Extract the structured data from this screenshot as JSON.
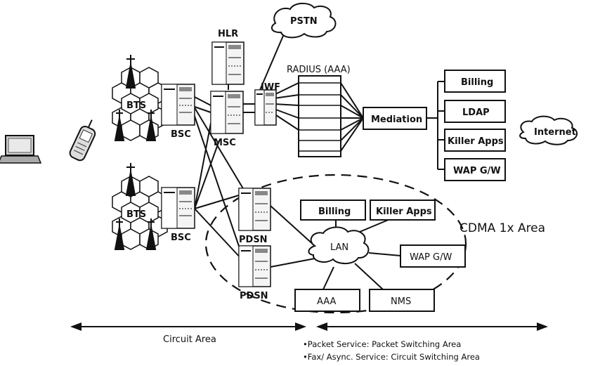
{
  "nodes": {
    "pstn": "PSTN",
    "hlr": "HLR",
    "msc": "MSC",
    "iwf": "IWF",
    "radius": "RADIUS (AAA)",
    "mediation": "Mediation",
    "billing_top": "Billing",
    "ldap": "LDAP",
    "killer_apps_top": "Killer Apps",
    "wap_gw_top": "WAP G/W",
    "internet": "Internet",
    "bts_upper": "BTS",
    "bts_lower": "BTS",
    "bsc_upper": "BSC",
    "bsc_lower": "BSC",
    "pdsn_upper": "PDSN",
    "pdsn_lower": "PDSN",
    "lan": "LAN",
    "billing_cdma": "Billing",
    "killer_apps_cdma": "Killer Apps",
    "wap_gw_cdma": "WAP G/W",
    "aaa": "AAA",
    "nms": "NMS"
  },
  "areas": {
    "cdma": "CDMA 1x Area",
    "circuit": "Circuit Area"
  },
  "notes": [
    "•Packet Service: Packet Switching Area",
    "•Fax/ Async. Service: Circuit Switching Area"
  ]
}
